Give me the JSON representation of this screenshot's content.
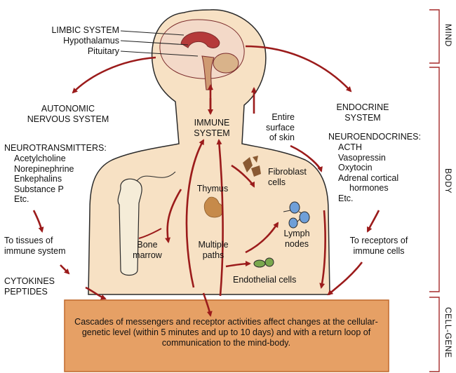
{
  "labels": {
    "limbic_system": "LIMBIC SYSTEM",
    "hypothalamus": "Hypothalamus",
    "pituitary": "Pituitary",
    "autonomic": [
      "AUTONOMIC",
      "NERVOUS SYSTEM"
    ],
    "endocrine": [
      "ENDOCRINE",
      "SYSTEM"
    ],
    "immune": [
      "IMMUNE",
      "SYSTEM"
    ],
    "skin": [
      "Entire",
      "surface",
      "of skin"
    ],
    "neurotransmitters_heading": "NEUROTRANSMITTERS:",
    "neurotransmitters": [
      "Acetylcholine",
      "Norepinephrine",
      "Enkephalins",
      "Substance P",
      "Etc."
    ],
    "neuroendocrines_heading": "NEUROENDOCRINES:",
    "neuroendocrines": [
      "ACTH",
      "Vasopressin",
      "Oxytocin",
      "Adrenal cortical",
      "hormones",
      "Etc."
    ],
    "fibroblast": [
      "Fibroblast",
      "cells"
    ],
    "thymus": "Thymus",
    "lymph": [
      "Lymph",
      "nodes"
    ],
    "bone_marrow": [
      "Bone",
      "marrow"
    ],
    "multiple_paths": [
      "Multiple",
      "paths"
    ],
    "endothelial": "Endothelial cells",
    "to_tissues": [
      "To tissues of",
      "immune system"
    ],
    "to_receptors": [
      "To receptors of",
      "immune cells"
    ],
    "cytokines": [
      "CYTOKINES",
      "PEPTIDES"
    ],
    "cascade": "Cascades of messengers and receptor activities affect changes at the cellular-genetic level (within 5 minutes and up to 10 days) and with a return loop of communication to the mind-body."
  },
  "side_labels": {
    "mind": "MIND",
    "body": "BODY",
    "cell_gene": "CELL-GENE"
  },
  "colors": {
    "arrow": "#9b1b1b",
    "body_fill": "#f7e1c4",
    "outline": "#2a2a2a",
    "box_fill": "#e6a065",
    "box_border": "#c0682c",
    "bracket": "#a52a2a",
    "organ": "#c68a4a",
    "cell_blue": "#6f9fd8",
    "cell_green": "#7aa84e",
    "fibro": "#8a5a33"
  }
}
